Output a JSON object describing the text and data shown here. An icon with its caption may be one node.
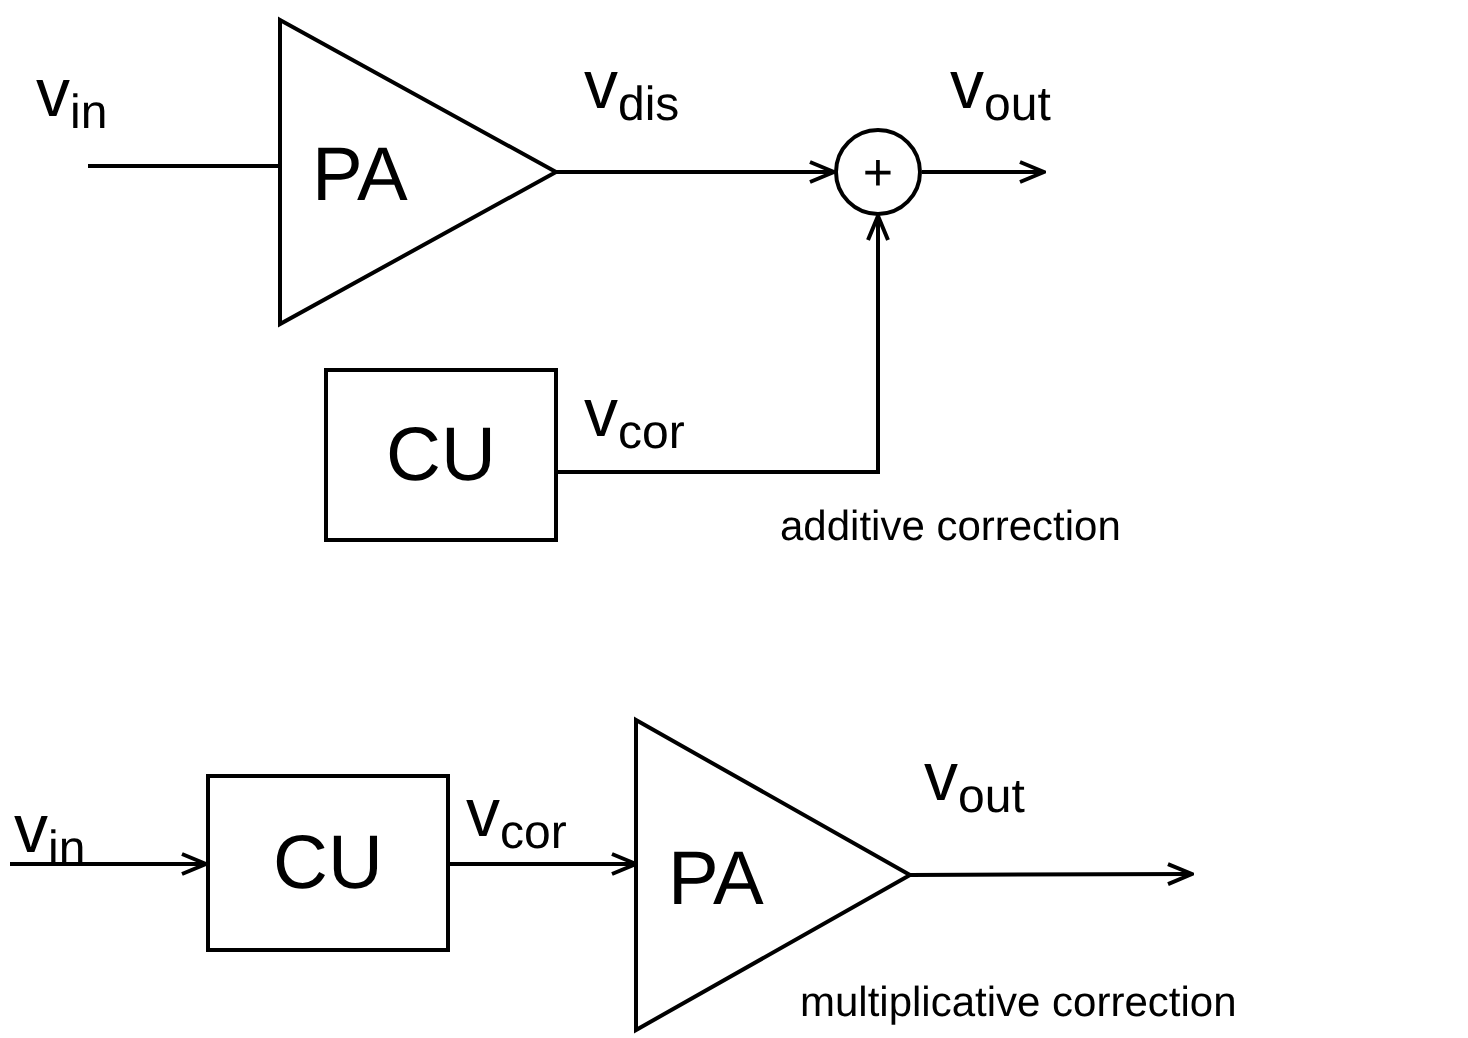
{
  "diagram": {
    "nodes": [
      {
        "text": [
          "PA"
        ]
      },
      {
        "text": [
          "+"
        ]
      },
      {
        "text": [
          "CU"
        ]
      },
      {
        "text": [
          "CU"
        ]
      },
      {
        "text": [
          "PA"
        ]
      }
    ],
    "edges": [
      {
        "from": null,
        "to": 0,
        "arrow": "none",
        "label": "v$_{in}$"
      },
      {
        "from": 0,
        "to": 1,
        "arrow": "to",
        "label": "v$_{dis}$"
      },
      {
        "from": 2,
        "to": 1,
        "arrow": "to",
        "label": "v$_{cor}$"
      },
      {
        "from": 1,
        "to": null,
        "arrow": "to",
        "label": "v$_{out}$"
      },
      {
        "from": null,
        "to": 3,
        "arrow": "to",
        "label": "v$_{in}$"
      },
      {
        "from": 3,
        "to": 4,
        "arrow": "to",
        "label": "v$_{cor}$"
      },
      {
        "from": 4,
        "to": null,
        "arrow": "to",
        "label": "v$_{out}$"
      }
    ],
    "labels": [
      "additive correction",
      "multiplicative correction"
    ]
  }
}
